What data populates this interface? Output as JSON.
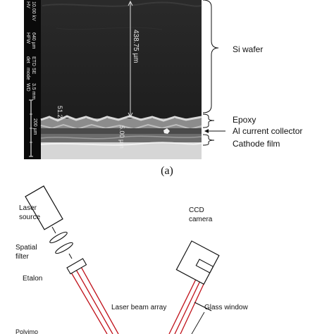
{
  "panel_a": {
    "sem_info": {
      "hv_label": "HV",
      "hv_value": "10.00 kV",
      "hfw_label": "HFW",
      "hfw_value": "640 µm",
      "det_label": "det",
      "det_value": "ETD",
      "mode_label": "mode",
      "mode_value": "SE",
      "wd_label": "WD",
      "wd_value": "3.5 mm",
      "scale_bar": "200 µm"
    },
    "measure_main": "438.75 µm",
    "measure_small_1": "51.2",
    "measure_small_2": "5.00 µm",
    "layers": {
      "si_wafer": "Si wafer",
      "epoxy": "Epoxy",
      "al_collector": "Al current collector",
      "cathode": "Cathode film"
    },
    "caption": "(a)"
  },
  "panel_b": {
    "laser_source": [
      "Laser",
      "source"
    ],
    "spatial_filter": [
      "Spatial",
      "filter"
    ],
    "etalon": "Etalon",
    "beam_array": "Laser beam array",
    "ccd_camera": [
      "CCD",
      "camera"
    ],
    "glass_window": "Glass window",
    "polyimide_partial": "Polyimo"
  },
  "colors": {
    "beam": "#c0121b",
    "sem_background": "#1e1e1e"
  }
}
